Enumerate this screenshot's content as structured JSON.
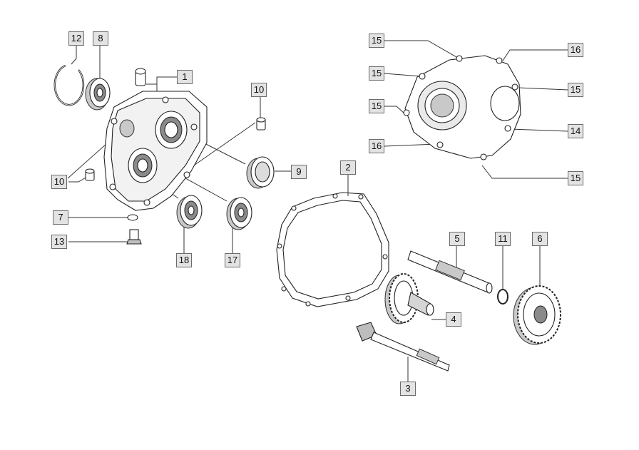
{
  "callouts": {
    "c1": "1",
    "c2": "2",
    "c3": "3",
    "c4": "4",
    "c5": "5",
    "c6": "6",
    "c7": "7",
    "c8": "8",
    "c9": "9",
    "c10a": "10",
    "c10b": "10",
    "c11": "11",
    "c12": "12",
    "c13": "13",
    "c14": "14",
    "c15a": "15",
    "c15b": "15",
    "c15c": "15",
    "c15d": "15",
    "c15e": "15",
    "c16a": "16",
    "c16b": "16",
    "c17": "17",
    "c18": "18"
  }
}
